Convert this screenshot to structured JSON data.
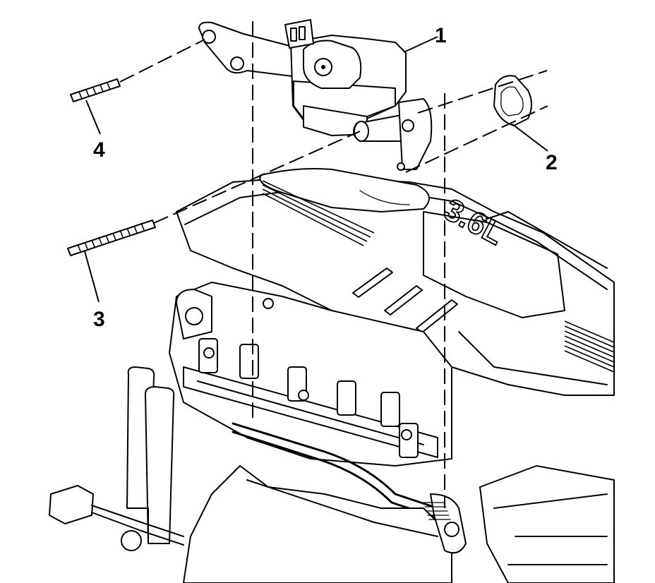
{
  "callouts": [
    {
      "id": "1",
      "label": "1"
    },
    {
      "id": "2",
      "label": "2"
    },
    {
      "id": "3",
      "label": "3"
    },
    {
      "id": "4",
      "label": "4"
    }
  ],
  "engine_cover_badge": "3.6L"
}
